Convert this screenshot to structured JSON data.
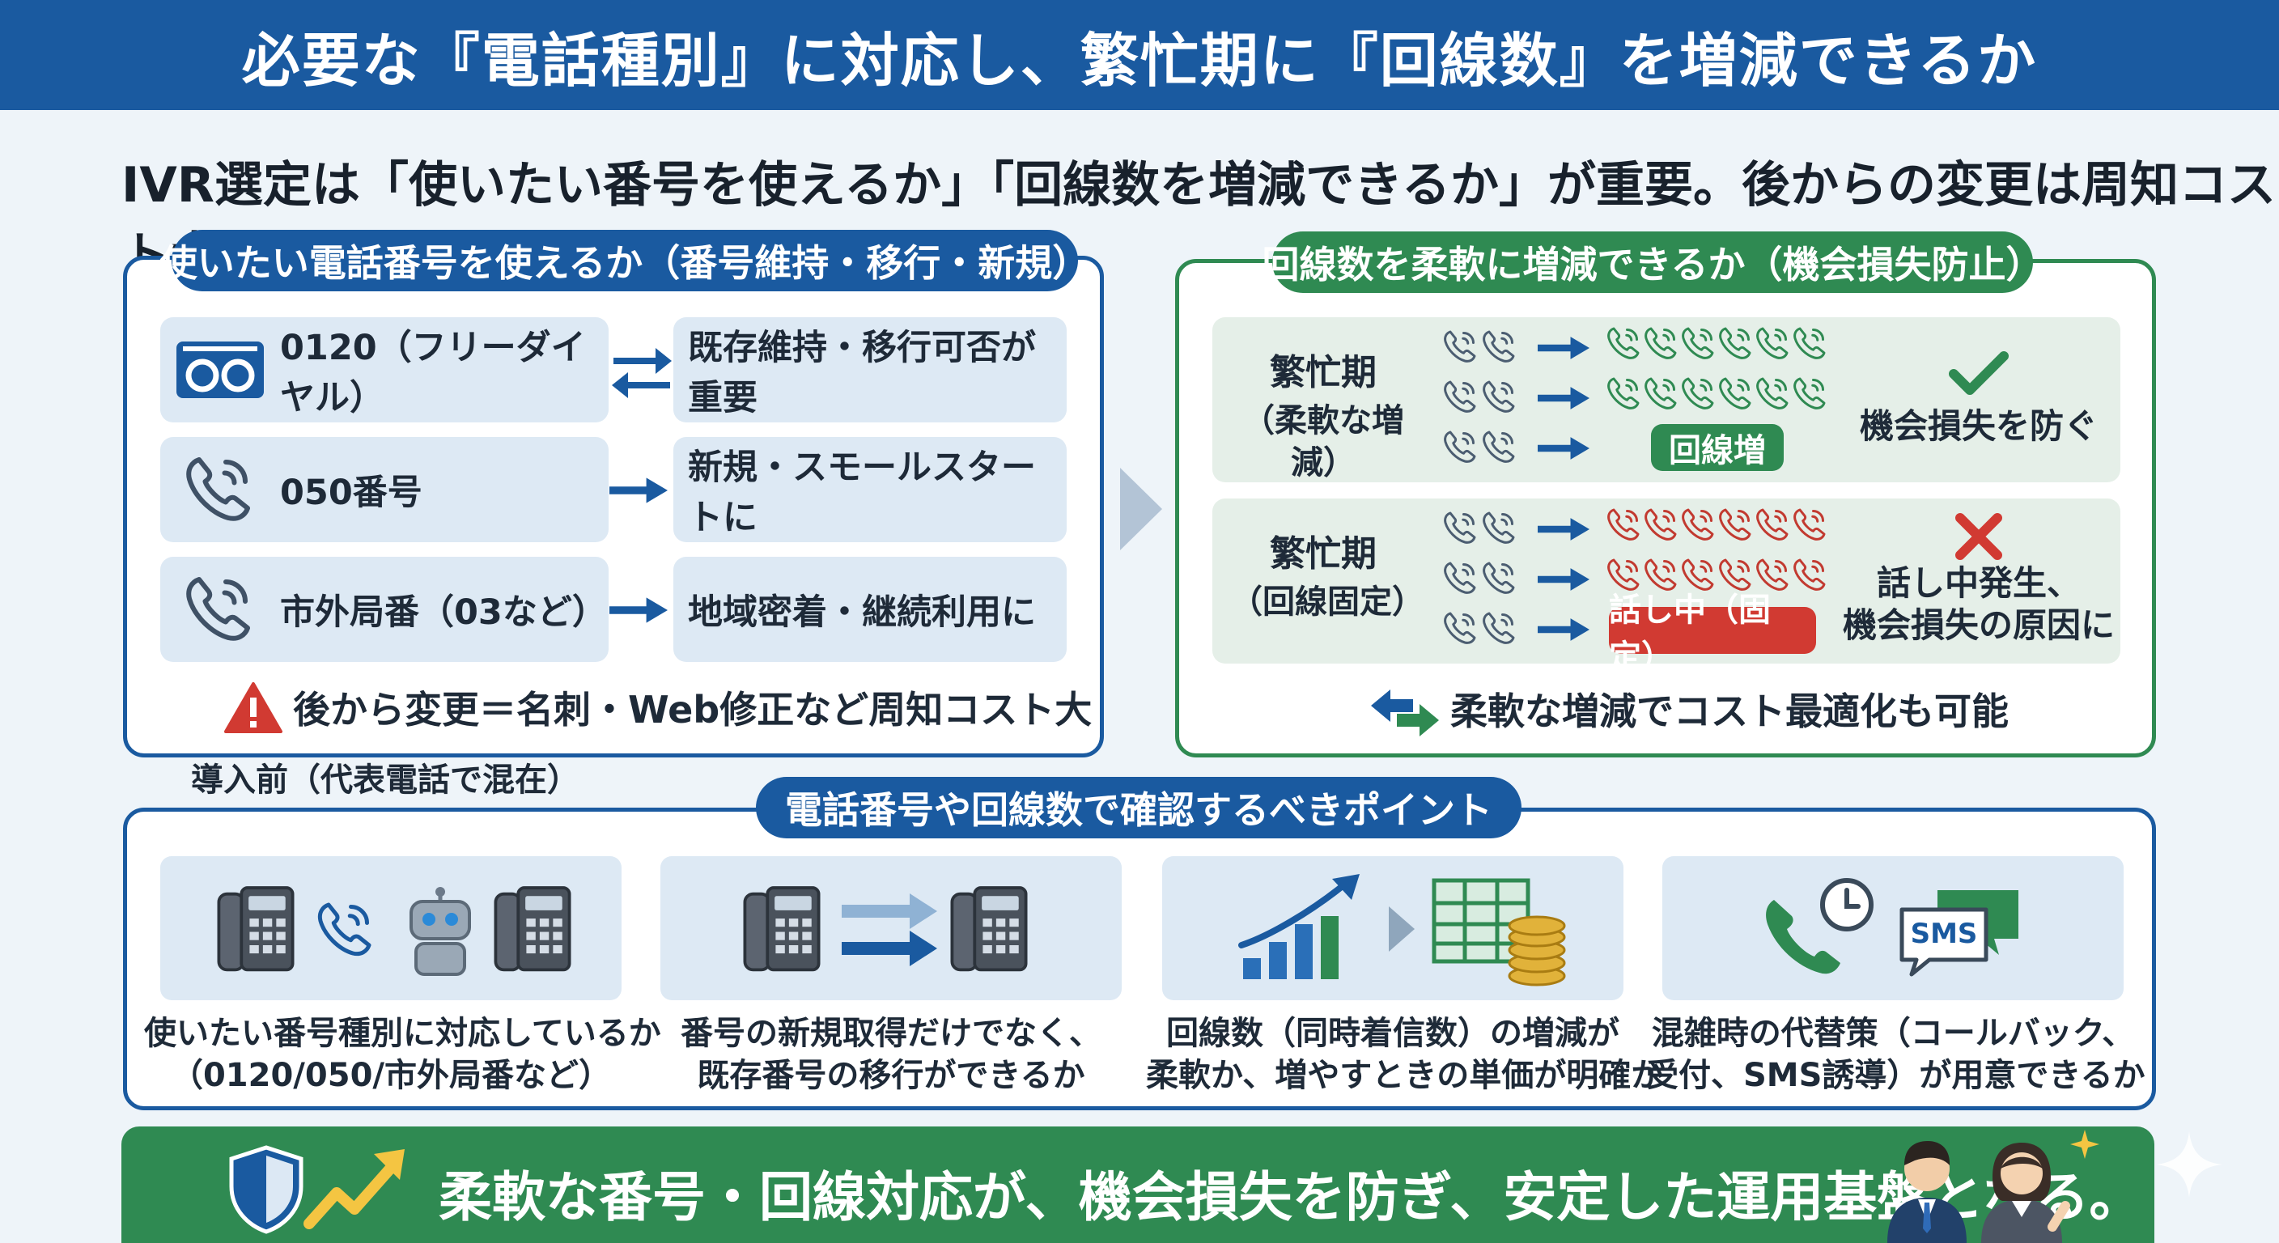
{
  "header": {
    "title": "必要な『電話種別』に対応し、繁忙期に『回線数』を増減できるか"
  },
  "subtitle": "IVR選定は「使いたい番号を使えるか」「回線数を増減できるか」が重要。後からの変更は周知コスト大。",
  "left_panel": {
    "title": "使いたい電話番号を使えるか（番号維持・移行・新規）",
    "rows": [
      {
        "label": "0120（フリーダイヤル）",
        "result": "既存維持・移行可否が重要",
        "icon": "freedial-icon"
      },
      {
        "label": "050番号",
        "result": "新規・スモールスタートに",
        "icon": "phone-icon"
      },
      {
        "label": "市外局番（03など）",
        "result": "地域密着・継続利用に",
        "icon": "phone-icon"
      }
    ],
    "warning": "後から変更＝名刺・Web修正など周知コスト大",
    "note": "導入前（代表電話で混在）"
  },
  "right_panel": {
    "title": "回線数を柔軟に増減できるか（機会損失防止）",
    "rows": [
      {
        "label_line1": "繁忙期",
        "label_line2": "（柔軟な増減）",
        "tag": "回線増",
        "result_line1": "機会損失を防ぐ",
        "result_line2": "",
        "status": "ok",
        "status_color": "#2f8a52"
      },
      {
        "label_line1": "繁忙期",
        "label_line2": "（回線固定）",
        "tag": "話し中（固定）",
        "result_line1": "話し中発生、",
        "result_line2": "機会損失の原因に",
        "status": "ng",
        "status_color": "#d13a32"
      }
    ],
    "footer": "柔軟な増減でコスト最適化も可能"
  },
  "points": {
    "title": "電話番号や回線数で確認するべきポイント",
    "items": [
      {
        "line1": "使いたい番号種別に対応しているか",
        "line2": "（0120/050/市外局番など）",
        "icons": [
          "desk-phone-icon",
          "phone-icon",
          "robot-icon",
          "desk-phone-icon"
        ]
      },
      {
        "line1": "番号の新規取得だけでなく、",
        "line2": "既存番号の移行ができるか",
        "icons": [
          "desk-phone-icon",
          "transfer-arrows-icon",
          "desk-phone-icon"
        ]
      },
      {
        "line1": "回線数（同時着信数）の増減が",
        "line2": "柔軟か、増やすときの単価が明確か",
        "icons": [
          "growth-chart-icon",
          "grid-icon",
          "coins-icon"
        ]
      },
      {
        "line1": "混雑時の代替策（コールバック、",
        "line2": "受付、SMS誘導）が用意できるか",
        "icons": [
          "phone-clock-icon",
          "sms-bubble-icon"
        ],
        "sms_label": "SMS"
      }
    ]
  },
  "bottom_banner": {
    "text": "柔軟な番号・回線対応が、機会損失を防ぎ、安定した運用基盤となる。"
  },
  "colors": {
    "blue": "#1a5aa0",
    "green": "#2f8a52",
    "red": "#d13a32",
    "light_blue": "#dde9f4"
  }
}
